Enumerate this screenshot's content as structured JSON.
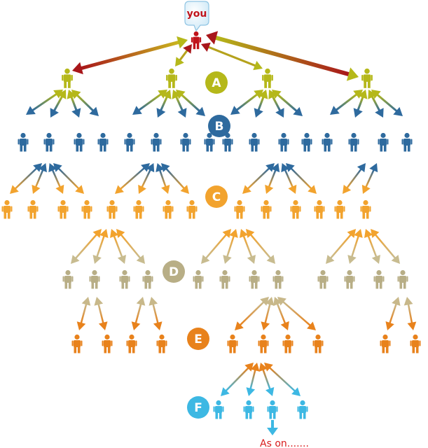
{
  "you_label": "you",
  "footer_label": "As on.......",
  "colors": {
    "you": "#c0141b",
    "A": "#b5b81a",
    "B": "#2e6a9e",
    "C": "#f2a32e",
    "D": "#b8ae86",
    "E": "#e8821c",
    "F": "#3db8e3",
    "footer": "#d81c1c"
  },
  "levels": [
    {
      "key": "A",
      "label": "A"
    },
    {
      "key": "B",
      "label": "B"
    },
    {
      "key": "C",
      "label": "C"
    },
    {
      "key": "D",
      "label": "D"
    },
    {
      "key": "E",
      "label": "E"
    },
    {
      "key": "F",
      "label": "F"
    }
  ]
}
